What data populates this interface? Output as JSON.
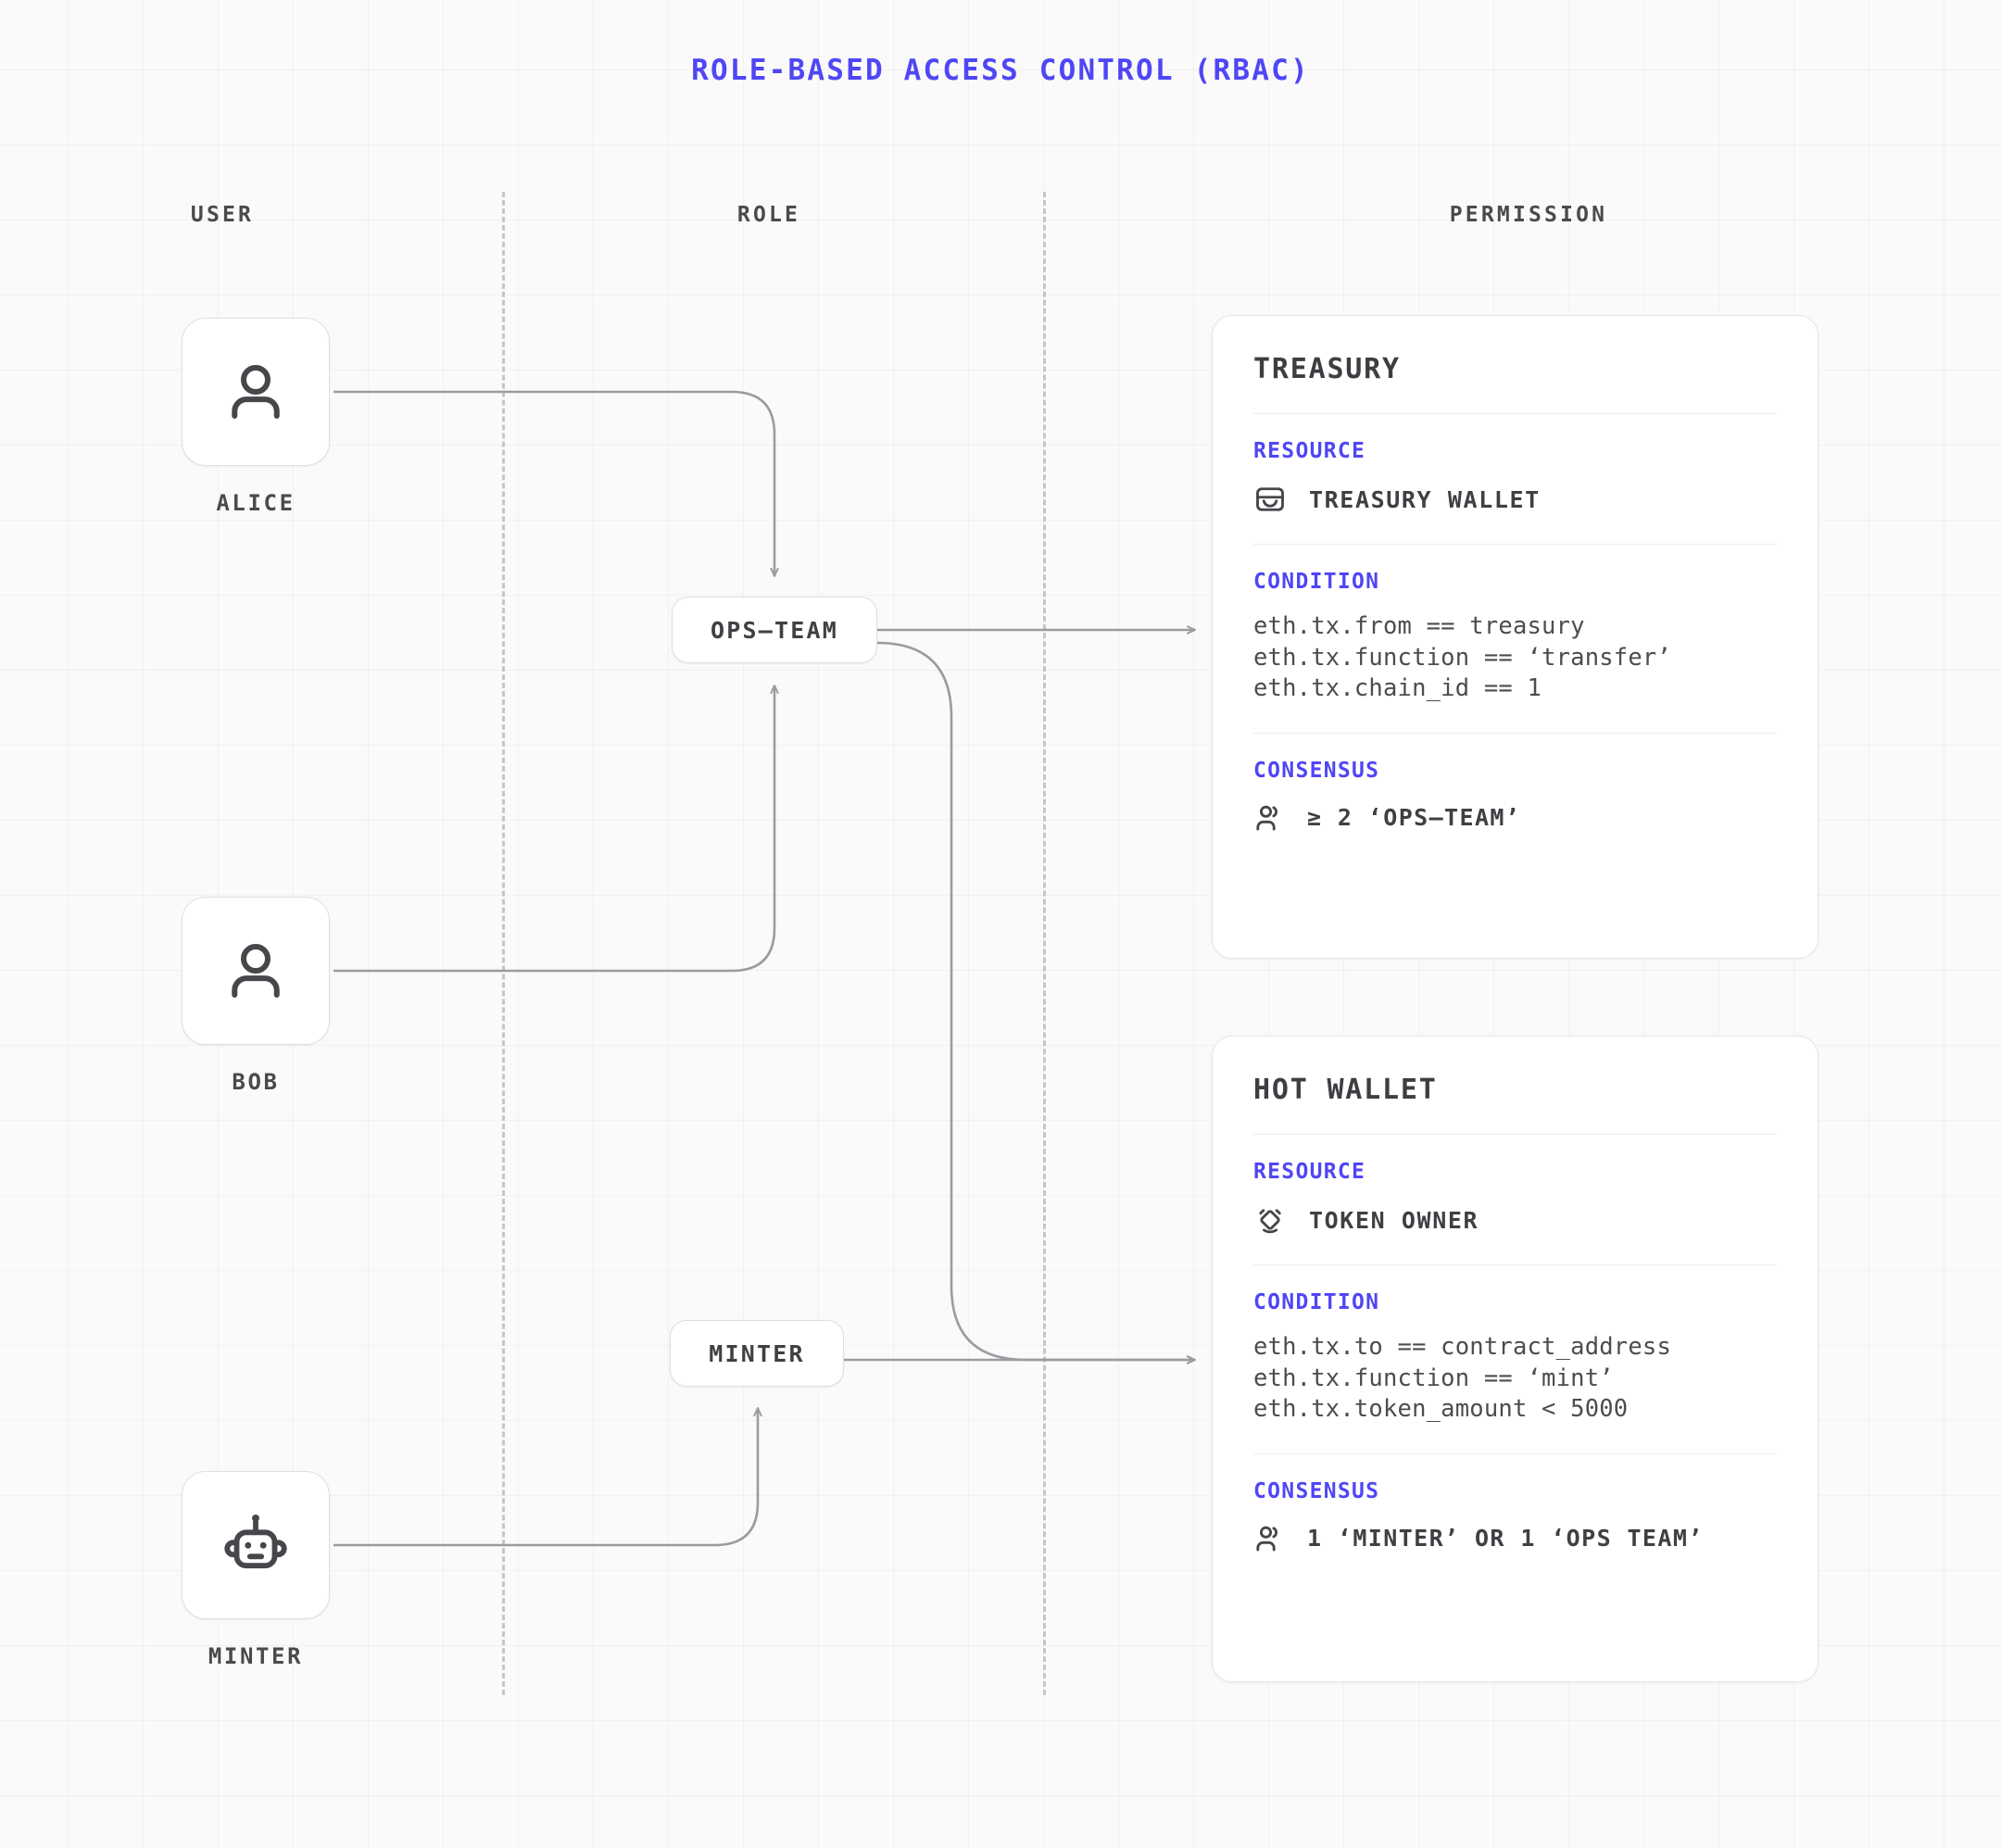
{
  "title": "ROLE-BASED ACCESS CONTROL (RBAC)",
  "accent_color": "#4f46f5",
  "text_color": "#3f3f44",
  "columns": {
    "user": "USER",
    "role": "ROLE",
    "permission": "PERMISSION"
  },
  "users": [
    {
      "id": "alice",
      "label": "ALICE",
      "icon": "person-icon"
    },
    {
      "id": "bob",
      "label": "BOB",
      "icon": "person-icon"
    },
    {
      "id": "minter",
      "label": "MINTER",
      "icon": "robot-icon"
    }
  ],
  "roles": [
    {
      "id": "ops-team",
      "label": "OPS—TEAM"
    },
    {
      "id": "minter",
      "label": "MINTER"
    }
  ],
  "permissions": [
    {
      "id": "treasury",
      "title": "TREASURY",
      "resource_label": "RESOURCE",
      "resource_icon": "wallet-icon",
      "resource_value": "TREASURY WALLET",
      "condition_label": "CONDITION",
      "conditions": [
        "eth.tx.from == treasury",
        "eth.tx.function == ‘transfer’",
        "eth.tx.chain_id == 1"
      ],
      "consensus_label": "CONSENSUS",
      "consensus_icon": "users-icon",
      "consensus_value": "≥ 2 ‘OPS—TEAM’"
    },
    {
      "id": "hot-wallet",
      "title": "HOT WALLET",
      "resource_label": "RESOURCE",
      "resource_icon": "token-icon",
      "resource_value": "TOKEN OWNER",
      "condition_label": "CONDITION",
      "conditions": [
        "eth.tx.to == contract_address",
        "eth.tx.function == ‘mint’",
        "eth.tx.token_amount < 5000"
      ],
      "consensus_label": "CONSENSUS",
      "consensus_icon": "users-icon",
      "consensus_value": "1 ‘MINTER’ OR 1 ‘OPS TEAM’"
    }
  ],
  "connections": [
    {
      "from": "alice",
      "to": "ops-team"
    },
    {
      "from": "bob",
      "to": "ops-team"
    },
    {
      "from": "minter",
      "to": "minter-role"
    },
    {
      "from": "ops-team",
      "to": "treasury"
    },
    {
      "from": "ops-team",
      "to": "hot-wallet"
    },
    {
      "from": "minter-role",
      "to": "hot-wallet"
    }
  ]
}
